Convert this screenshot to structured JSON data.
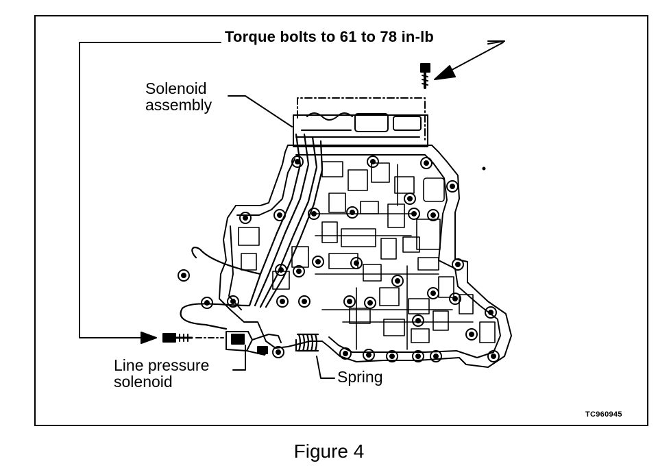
{
  "diagram": {
    "torque_callout": "Torque bolts to 61 to 78 in-lb",
    "solenoid_assembly": [
      "Solenoid",
      "assembly"
    ],
    "line_pressure_solenoid": [
      "Line pressure",
      "solenoid"
    ],
    "spring": "Spring",
    "figure_code": "TC960945"
  },
  "caption": "Figure 4",
  "colors": {
    "ink": "#000000",
    "paper": "#ffffff"
  }
}
